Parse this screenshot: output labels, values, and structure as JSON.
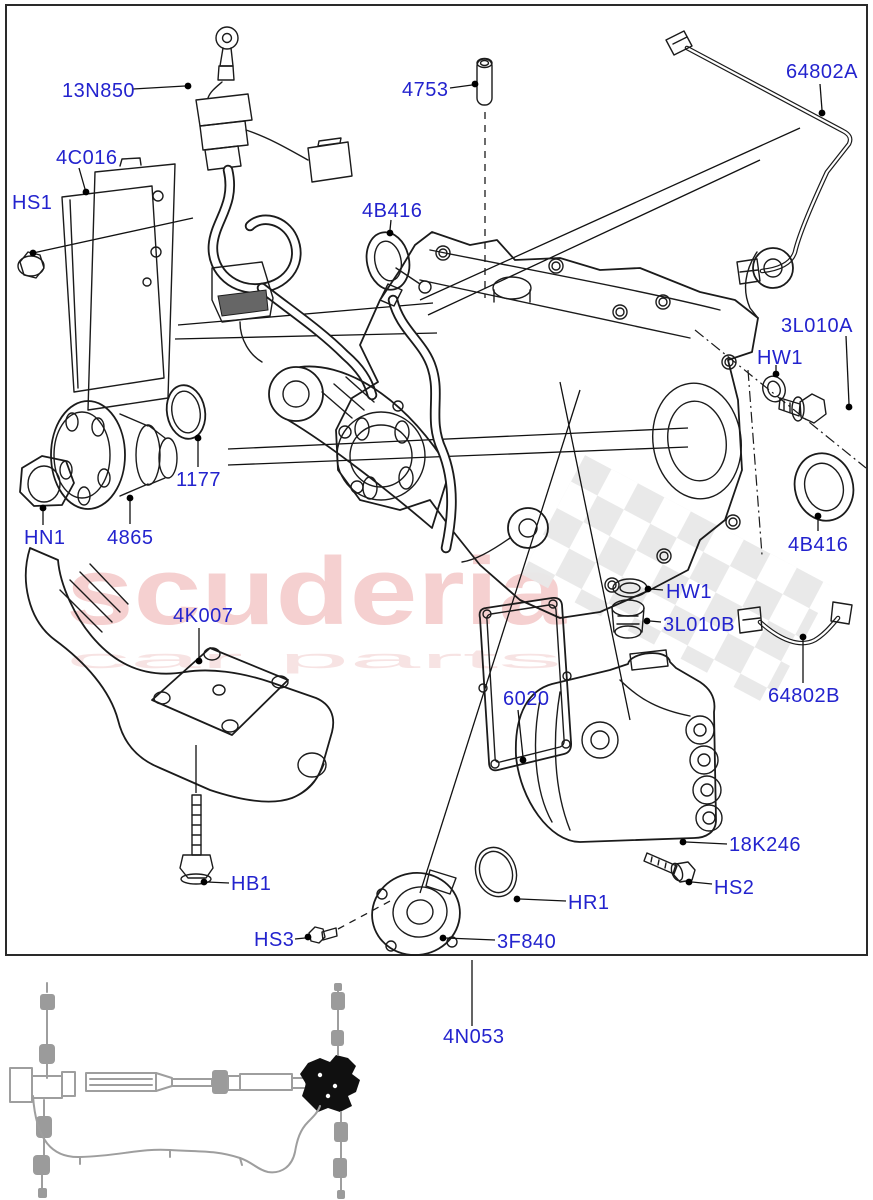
{
  "figure": {
    "part_labels": [
      {
        "code": "13N850"
      },
      {
        "code": "4753"
      },
      {
        "code": "64802A"
      },
      {
        "code": "4C016"
      },
      {
        "code": "HS1"
      },
      {
        "code": "4B416"
      },
      {
        "code": "3L010A"
      },
      {
        "code": "HW1"
      },
      {
        "code": "4B416"
      },
      {
        "code": "HN1"
      },
      {
        "code": "4865"
      },
      {
        "code": "1177"
      },
      {
        "code": "HW1"
      },
      {
        "code": "3L010B"
      },
      {
        "code": "64802B"
      },
      {
        "code": "6020"
      },
      {
        "code": "4K007"
      },
      {
        "code": "18K246"
      },
      {
        "code": "HS2"
      },
      {
        "code": "HB1"
      },
      {
        "code": "HS3"
      },
      {
        "code": "HR1"
      },
      {
        "code": "3F840"
      },
      {
        "code": "4N053"
      }
    ]
  },
  "watermark": {
    "brand": "scuderia",
    "tagline": "car parts"
  },
  "colors": {
    "label_blue": "#2323ce",
    "line_black": "#1b1b1b",
    "watermark_pink": "#f5d0d0",
    "watermark_pink_light": "#f7e3e3",
    "checker_gray": "#e8e8e8",
    "thumbnail_gray": "#9e9e9e"
  }
}
